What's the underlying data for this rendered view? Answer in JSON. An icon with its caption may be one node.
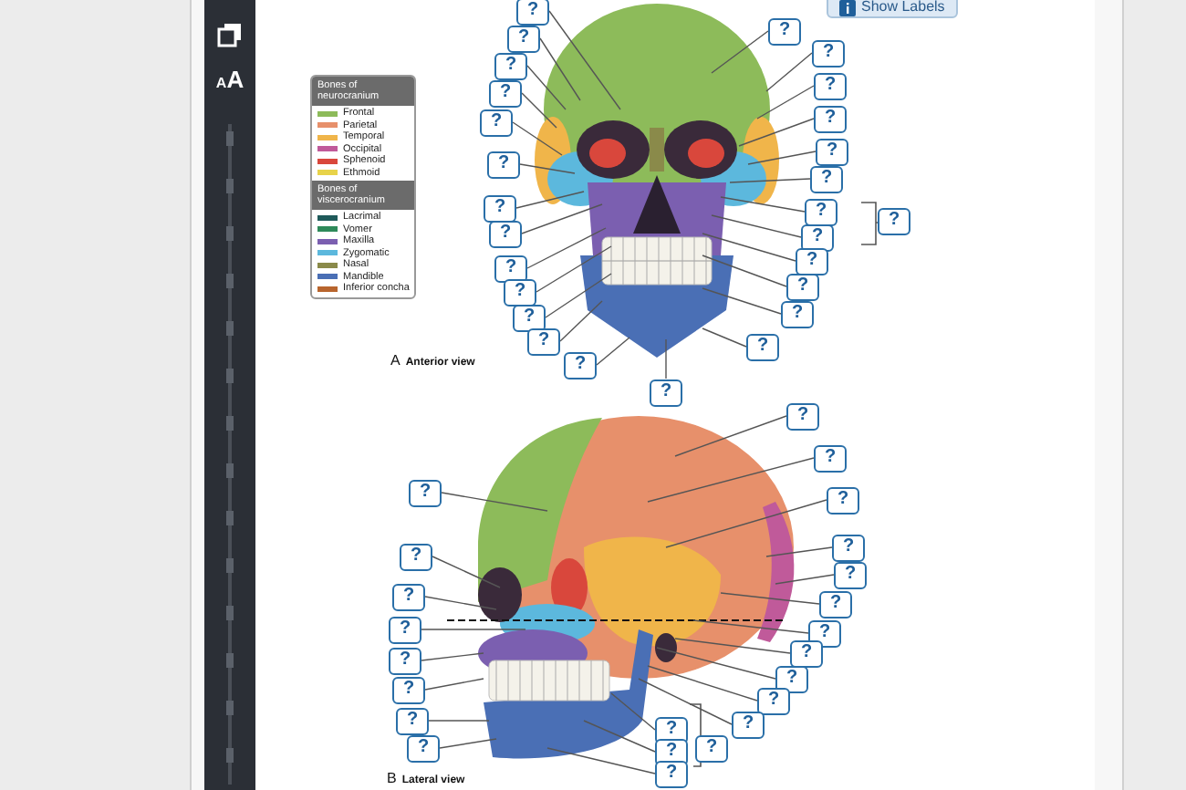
{
  "diagram": {
    "nodes": [
      {
        "text": [
          "?"
        ]
      },
      {
        "text": [
          "?"
        ]
      },
      {
        "text": [
          "?"
        ]
      },
      {
        "text": [
          "?"
        ]
      },
      {
        "text": [
          "?"
        ]
      },
      {
        "text": [
          "?"
        ]
      },
      {
        "text": [
          "?"
        ]
      },
      {
        "text": [
          "?"
        ]
      },
      {
        "text": [
          "?"
        ]
      },
      {
        "text": [
          "?"
        ]
      },
      {
        "text": [
          "?"
        ]
      },
      {
        "text": [
          "?"
        ]
      },
      {
        "text": [
          "?"
        ]
      },
      {
        "text": [
          "?"
        ]
      },
      {
        "text": [
          "?"
        ]
      },
      {
        "text": [
          "?"
        ]
      },
      {
        "text": [
          "?"
        ]
      },
      {
        "text": [
          "?"
        ]
      },
      {
        "text": [
          "?"
        ]
      },
      {
        "text": [
          "?"
        ]
      },
      {
        "text": [
          "?"
        ]
      },
      {
        "text": [
          "?"
        ]
      },
      {
        "text": [
          "?"
        ]
      },
      {
        "text": [
          "?"
        ]
      },
      {
        "text": [
          "?"
        ]
      },
      {
        "text": [
          "?"
        ]
      },
      {
        "text": [
          "?"
        ]
      },
      {
        "text": [
          "?"
        ]
      },
      {
        "text": [
          "?"
        ]
      },
      {
        "text": [
          "?"
        ]
      },
      {
        "text": [
          "?"
        ]
      },
      {
        "text": [
          "?"
        ]
      },
      {
        "text": [
          "?"
        ]
      },
      {
        "text": [
          "?"
        ]
      },
      {
        "text": [
          "?"
        ]
      },
      {
        "text": [
          "?"
        ]
      },
      {
        "text": [
          "?"
        ]
      },
      {
        "text": [
          "?"
        ]
      },
      {
        "text": [
          "?"
        ]
      },
      {
        "text": [
          "?"
        ]
      },
      {
        "text": [
          "?"
        ]
      },
      {
        "text": [
          "?"
        ]
      },
      {
        "text": [
          "?"
        ]
      },
      {
        "text": [
          "?"
        ]
      },
      {
        "text": [
          "?"
        ]
      },
      {
        "text": [
          "?"
        ]
      },
      {
        "text": [
          "?"
        ]
      },
      {
        "text": [
          "?"
        ]
      },
      {
        "text": [
          "?"
        ]
      },
      {
        "text": [
          "?"
        ]
      }
    ],
    "edges": [
      {
        "from": 0,
        "to": null,
        "arrow": "none"
      },
      {
        "from": 1,
        "to": null,
        "arrow": "none"
      },
      {
        "from": 2,
        "to": null,
        "arrow": "none"
      },
      {
        "from": 3,
        "to": null,
        "arrow": "none"
      },
      {
        "from": 4,
        "to": null,
        "arrow": "none"
      },
      {
        "from": 5,
        "to": null,
        "arrow": "none"
      },
      {
        "from": 6,
        "to": null,
        "arrow": "none"
      },
      {
        "from": 7,
        "to": null,
        "arrow": "none"
      },
      {
        "from": 8,
        "to": null,
        "arrow": "none"
      },
      {
        "from": 9,
        "to": null,
        "arrow": "none"
      },
      {
        "from": 10,
        "to": null,
        "arrow": "none"
      },
      {
        "from": 11,
        "to": null,
        "arrow": "none"
      },
      {
        "from": 12,
        "to": null,
        "arrow": "none"
      },
      {
        "from": 13,
        "to": null,
        "arrow": "none"
      },
      {
        "from": 14,
        "to": null,
        "arrow": "none"
      },
      {
        "from": 15,
        "to": null,
        "arrow": "none"
      },
      {
        "from": 16,
        "to": null,
        "arrow": "none"
      },
      {
        "from": 17,
        "to": null,
        "arrow": "none"
      },
      {
        "from": 18,
        "to": null,
        "arrow": "none"
      },
      {
        "from": 19,
        "to": null,
        "arrow": "none"
      },
      {
        "from": 20,
        "to": null,
        "arrow": "none"
      },
      {
        "from": 21,
        "to": null,
        "arrow": "none"
      },
      {
        "from": 22,
        "to": null,
        "arrow": "none"
      },
      {
        "from": 23,
        "to": null,
        "arrow": "none"
      },
      {
        "from": 24,
        "to": null,
        "arrow": "none"
      },
      {
        "from": 26,
        "to": null,
        "arrow": "none"
      },
      {
        "from": 27,
        "to": null,
        "arrow": "none"
      },
      {
        "from": 28,
        "to": null,
        "arrow": "none"
      },
      {
        "from": 29,
        "to": null,
        "arrow": "none"
      },
      {
        "from": 30,
        "to": null,
        "arrow": "none"
      },
      {
        "from": 31,
        "to": null,
        "arrow": "none"
      },
      {
        "from": 32,
        "to": null,
        "arrow": "none"
      },
      {
        "from": 33,
        "to": null,
        "arrow": "none"
      },
      {
        "from": 34,
        "to": null,
        "arrow": "none"
      },
      {
        "from": 35,
        "to": null,
        "arrow": "none"
      },
      {
        "from": 36,
        "to": null,
        "arrow": "none"
      },
      {
        "from": 37,
        "to": null,
        "arrow": "none"
      },
      {
        "from": 38,
        "to": null,
        "arrow": "none"
      },
      {
        "from": 39,
        "to": null,
        "arrow": "none"
      },
      {
        "from": 40,
        "to": null,
        "arrow": "none"
      },
      {
        "from": 41,
        "to": null,
        "arrow": "none"
      },
      {
        "from": 42,
        "to": null,
        "arrow": "none"
      },
      {
        "from": 43,
        "to": null,
        "arrow": "none"
      },
      {
        "from": 44,
        "to": null,
        "arrow": "none"
      },
      {
        "from": 45,
        "to": null,
        "arrow": "none"
      },
      {
        "from": 46,
        "to": null,
        "arrow": "none"
      },
      {
        "from": 47,
        "to": null,
        "arrow": "none"
      },
      {
        "from": 48,
        "to": null,
        "arrow": "none"
      }
    ],
    "labels": [
      "Show Labels",
      "AA",
      "Bones of neurocranium",
      "Bones of viscerocranium",
      "A",
      "Anterior view",
      "B",
      "Lateral view"
    ],
    "legend": [
      {
        "text": "Frontal",
        "color": "#8dbb5a"
      },
      {
        "text": "Parietal",
        "color": "#e7906b"
      },
      {
        "text": "Temporal",
        "color": "#f0b54a"
      },
      {
        "text": "Occipital",
        "color": "#c05a9a"
      },
      {
        "text": "Sphenoid",
        "color": "#d9473c"
      },
      {
        "text": "Ethmoid",
        "color": "#e8d34a"
      },
      {
        "text": "Lacrimal",
        "color": "#1f5a5a"
      },
      {
        "text": "Vomer",
        "color": "#2e8a5a"
      },
      {
        "text": "Maxilla",
        "color": "#7b5fb0"
      },
      {
        "text": "Zygomatic",
        "color": "#5cb8dd"
      },
      {
        "text": "Nasal",
        "color": "#8a8a4a"
      },
      {
        "text": "Mandible",
        "color": "#4a6fb5"
      },
      {
        "text": "Inferior concha",
        "color": "#b8652e"
      }
    ]
  }
}
